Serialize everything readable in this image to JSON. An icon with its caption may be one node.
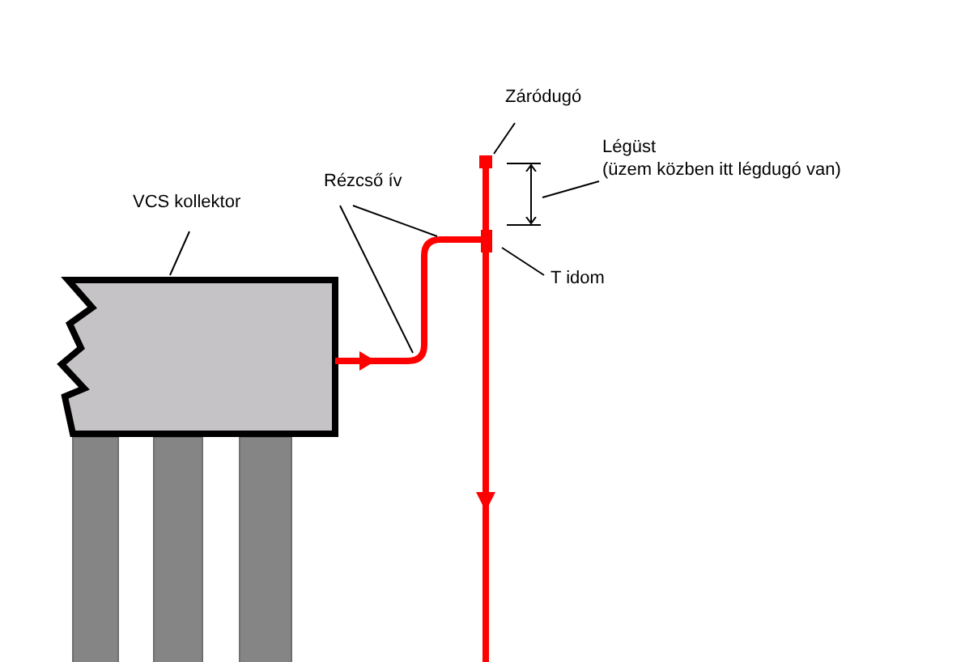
{
  "diagram": {
    "nodes": [
      {
        "text": [
          "VCS kollektor"
        ]
      },
      {
        "text": [],
        "shape": "box"
      },
      {
        "text": [
          "Rézcső ív"
        ]
      },
      {
        "text": [
          "Záródugó"
        ]
      },
      {
        "text": [
          "Légüst",
          "(üzem közben itt légdugó van)"
        ]
      },
      {
        "text": [
          "T idom"
        ]
      }
    ],
    "edges": [
      {
        "from": 0,
        "to": 1,
        "arrow": "none"
      },
      {
        "from": 2,
        "to": null,
        "arrow": "none"
      },
      {
        "from": 2,
        "to": null,
        "arrow": "none"
      },
      {
        "from": 3,
        "to": null,
        "arrow": "none"
      },
      {
        "from": 4,
        "to": null,
        "arrow": "none"
      },
      {
        "from": 5,
        "to": null,
        "arrow": "none"
      }
    ]
  }
}
